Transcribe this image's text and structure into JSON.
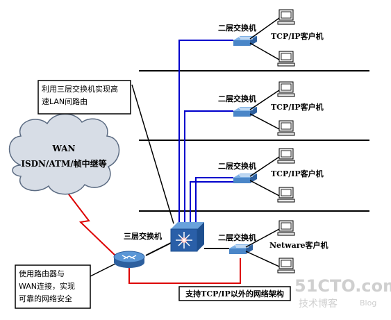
{
  "labels": {
    "l2_switch_1": "二层交换机",
    "l2_switch_2": "二层交换机",
    "l2_switch_3": "二层交换机",
    "l2_switch_4": "二层交换机",
    "tcp_client_1": "TCP/IP客户机",
    "tcp_client_2": "TCP/IP客户机",
    "tcp_client_3": "TCP/IP客户机",
    "netware_client": "Netware客户机",
    "l3_switch": "三层交换机",
    "wan_line1": "WAN",
    "wan_line2": "ISDN/ATM/帧中继等",
    "callout_l3_line1": "利用三层交换机实现高",
    "callout_l3_line2": "速LAN间路由",
    "callout_router_line1": "使用路由器与",
    "callout_router_line2": "WAN连接，实现",
    "callout_router_line3": "可靠的网络安全",
    "non_tcp_box": "支持TCP/IP以外的网络架构"
  },
  "watermark": {
    "site": "51CTO.com",
    "cn": "技术博客",
    "blog": "Blog"
  },
  "colors": {
    "vlan_line": "#0000cc",
    "red_line": "#dd0000",
    "switch_blue": "#4a86c8",
    "l3_switch_blue": "#2a5fa8",
    "cloud_fill": "#d7dde6"
  }
}
